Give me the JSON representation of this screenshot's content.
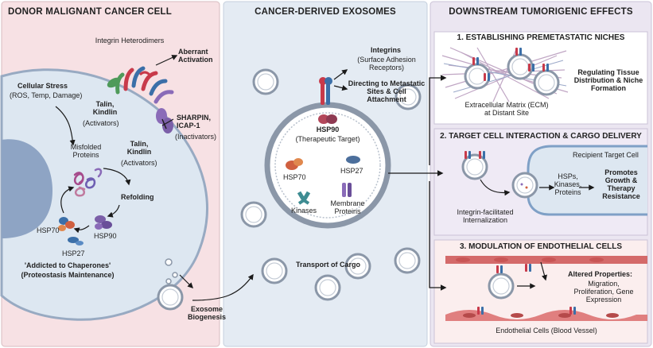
{
  "panel_left": {
    "title": "DONOR MALIGNANT CANCER CELL",
    "integrin_label": "Integrin Heterodimers",
    "aberrant": "Aberrant Activation",
    "cellular_stress_title": "Cellular Stress",
    "cellular_stress_sub": "(ROS, Temp, Damage)",
    "talin_activators_1": "Talin, Kindlin",
    "activators_1": "(Activators)",
    "sharpin": "SHARPIN, ICAP-1",
    "inactivators": "(Inactivators)",
    "talin_activators_2": "Talin, Kindlin",
    "activators_2": "(Activators)",
    "misfolded": "Misfolded Proteins",
    "refolding": "Refolding",
    "hsp70": "HSP70",
    "hsp90": "HSP90",
    "hsp27": "HSP27",
    "addicted": "'Addicted to Chaperones'",
    "proteostasis": "(Proteostasis Maintenance)",
    "biogenesis": "Exosome Biogenesis"
  },
  "panel_middle": {
    "title": "CANCER-DERIVED EXOSOMES",
    "integrins_title": "Integrins",
    "integrins_sub": "(Surface Adhesion Receptors)",
    "directing": "Directing to Metastatic Sites & Cell Attachment",
    "hsp90": "HSP90",
    "hsp90_sub": "(Therapeutic Target)",
    "hsp70": "HSP70",
    "hsp27": "HSP27",
    "kinases": "Kinases",
    "membrane_proteins": "Membrane Proteins",
    "transport": "Transport of Cargo"
  },
  "panel_right": {
    "title": "DOWNSTREAM TUMORIGENIC EFFECTS",
    "s1_title": "1. ESTABLISHING PREMETASTATIC NICHES",
    "s1_regulating": "Regulating Tissue Distribution & Niche Formation",
    "s1_ecm": "Extracellular Matrix (ECM) at Distant Site",
    "s2_title": "2. TARGET CELL INTERACTION & CARGO DELIVERY",
    "s2_recipient": "Recipient Target Cell",
    "s2_cargo": "HSPs, Kinases, Proteins",
    "s2_promotes": "Promotes Growth & Therapy Resistance",
    "s2_internalization": "Integrin-facilitated Internalization",
    "s3_title": "3. MODULATION OF ENDOTHELIAL CELLS",
    "s3_altered": "Altered Properties:",
    "s3_items": "Migration, Proliferation, Gene Expression",
    "s3_endothelial": "Endothelial Cells (Blood Vessel)"
  },
  "colors": {
    "left_bg": "#f7e1e4",
    "middle_bg": "#e4ebf3",
    "right_bg": "#ebe6f1",
    "cell_fill": "#dde7f1",
    "nucleus": "#8ea4c4",
    "integrin_red": "#c83a4a",
    "integrin_blue": "#3b6fa8",
    "hsp_purple": "#8a6bb8",
    "green": "#4f9a5a",
    "teal": "#3e8c92",
    "ecm": "#c0a6c4",
    "vessel": "#d46a6a"
  }
}
